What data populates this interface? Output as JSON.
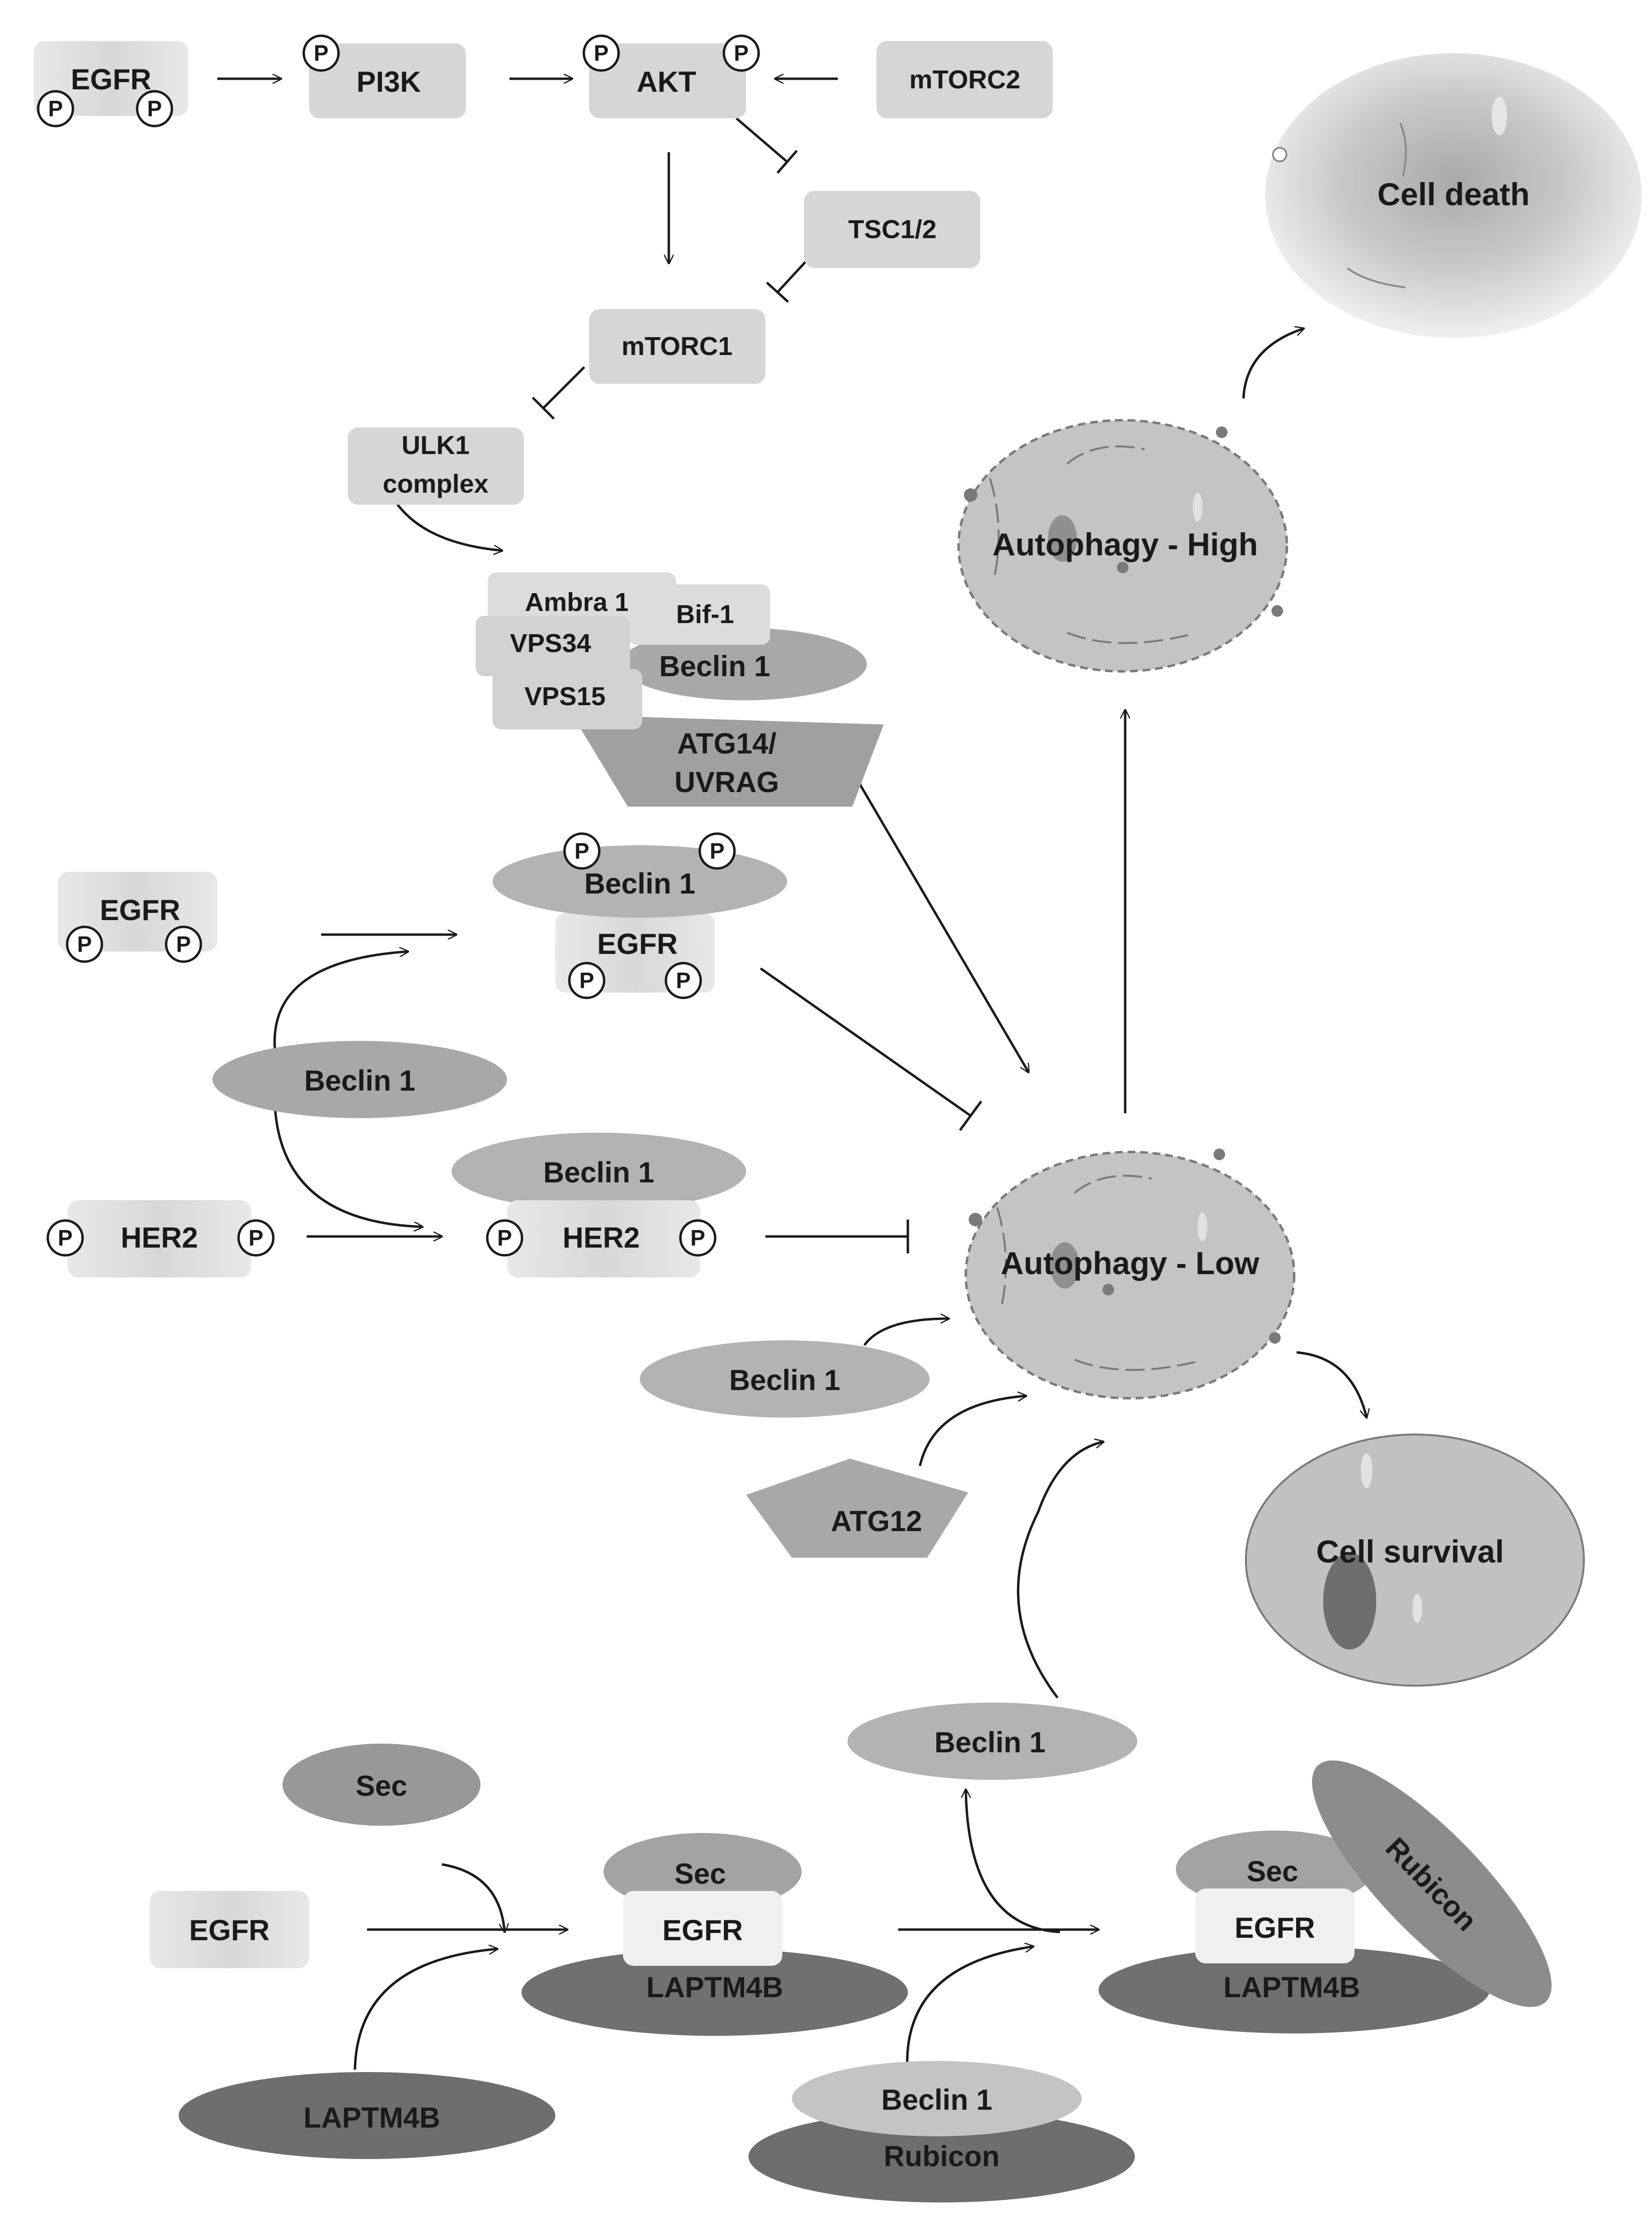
{
  "labels": {
    "egfr": "EGFR",
    "pi3k": "PI3K",
    "akt": "AKT",
    "mtorc2": "mTORC2",
    "tsc": "TSC1/2",
    "mtorc1": "mTORC1",
    "ulk1_line1": "ULK1",
    "ulk1_line2": "complex",
    "ambra": "Ambra 1",
    "bif": "Bif-1",
    "vps34": "VPS34",
    "vps15": "VPS15",
    "beclin": "Beclin 1",
    "atg14_line1": "ATG14/",
    "atg14_line2": "UVRAG",
    "her2": "HER2",
    "atg12": "ATG12",
    "sec": "Sec",
    "laptm4b": "LAPTM4B",
    "rubicon": "Rubicon",
    "p": "P",
    "cell_death": "Cell death",
    "autophagy_high": "Autophagy - High",
    "autophagy_low": "Autophagy - Low",
    "cell_survival": "Cell survival"
  },
  "colors": {
    "box": "#dedede",
    "ellipse_mid": "#b3b3b3",
    "ellipse_light": "#c4c4c4",
    "ellipse_dark": "#6e6e6e",
    "line": "#1a1a1a"
  }
}
